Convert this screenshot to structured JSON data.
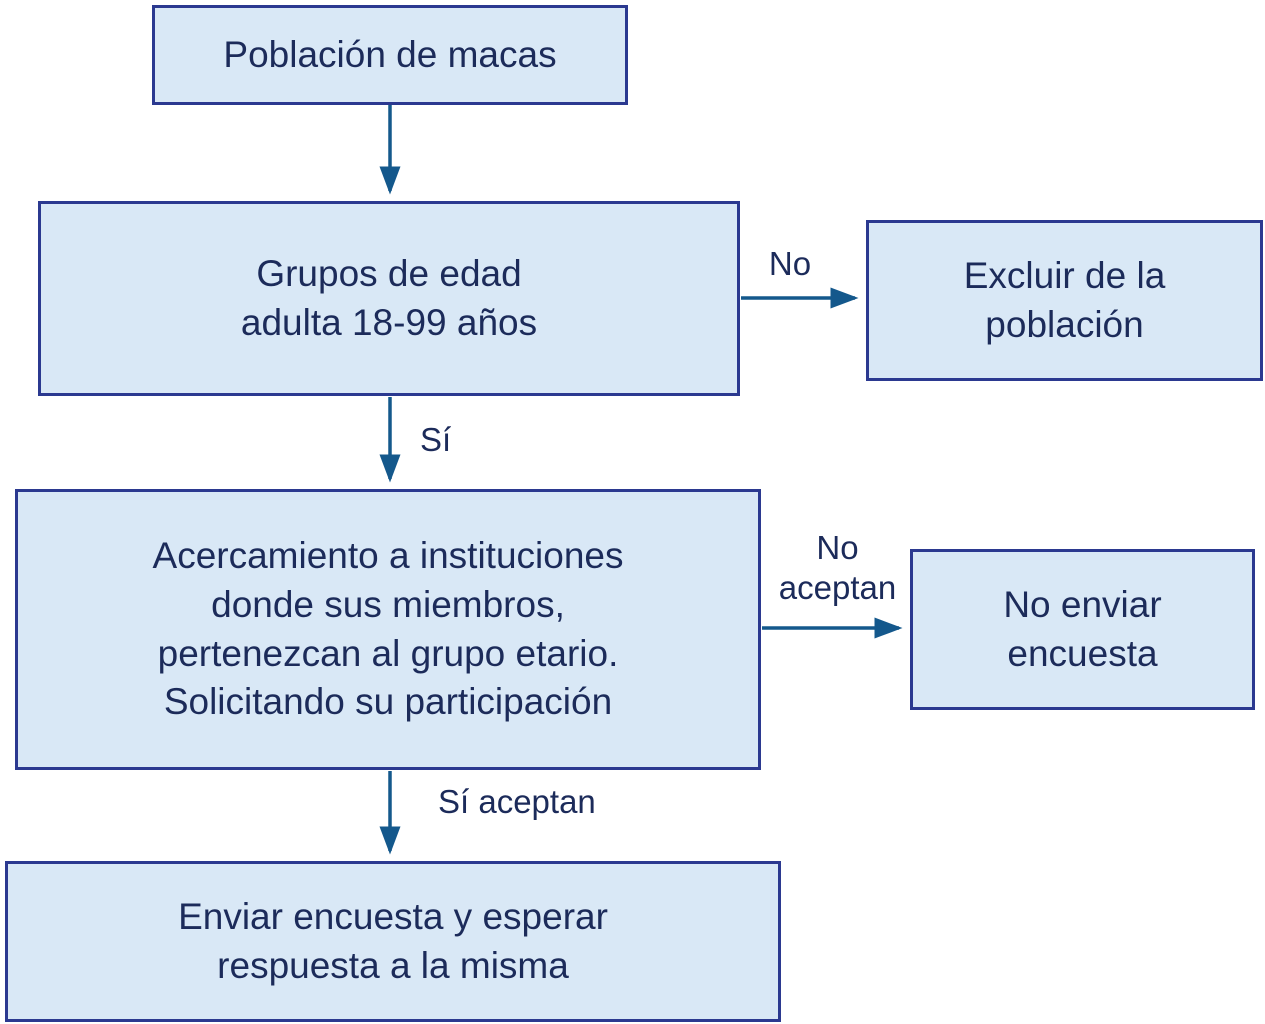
{
  "colors": {
    "box_fill": "#d9e8f6",
    "box_border": "#2b3990",
    "arrow": "#14588c",
    "text": "#1c2b5a"
  },
  "nodes": {
    "poblacion": {
      "lines": [
        "Población de macas"
      ]
    },
    "grupos": {
      "lines": [
        "Grupos de edad",
        "adulta 18-99 años"
      ]
    },
    "excluir": {
      "lines": [
        "Excluir de la",
        "población"
      ]
    },
    "acercamiento": {
      "lines": [
        "Acercamiento a instituciones",
        "donde sus miembros,",
        "pertenezcan al grupo etario.",
        "Solicitando su participación"
      ]
    },
    "no_enviar": {
      "lines": [
        "No enviar",
        "encuesta"
      ]
    },
    "enviar": {
      "lines": [
        "Enviar encuesta y esperar",
        "respuesta a la misma"
      ]
    }
  },
  "edge_labels": {
    "no": "No",
    "si": "Sí",
    "no_aceptan": [
      "No",
      "aceptan"
    ],
    "si_aceptan": "Sí aceptan"
  }
}
